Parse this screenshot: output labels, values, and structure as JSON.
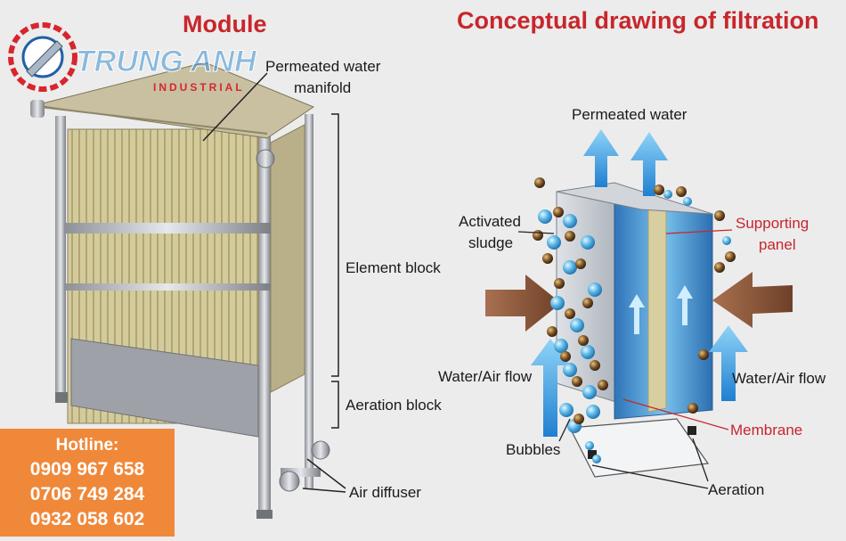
{
  "titles": {
    "module": "Module",
    "conceptual": "Conceptual drawing of filtration"
  },
  "logo": {
    "name": "TRUNG ANH",
    "sub": "INDUSTRIAL"
  },
  "module_labels": {
    "permeated_manifold_line1": "Permeated water",
    "permeated_manifold_line2": "manifold",
    "element_block": "Element block",
    "aeration_block": "Aeration block",
    "air_diffuser": "Air diffuser"
  },
  "concept_labels": {
    "permeated_water": "Permeated water",
    "activated_line1": "Activated",
    "activated_line2": "sludge",
    "supporting_line1": "Supporting",
    "supporting_line2": "panel",
    "water_air_left": "Water/Air flow",
    "water_air_right": "Water/Air flow",
    "membrane": "Membrane",
    "bubbles": "Bubbles",
    "aeration": "Aeration"
  },
  "hotline": {
    "title": "Hotline:",
    "numbers": [
      "0909 967 658",
      "0706 749 284",
      "0932 058 602"
    ]
  },
  "colors": {
    "title_red": "#c8262c",
    "hotline_bg": "#f0883a",
    "arrow_blue": "#3aa6e6",
    "arrow_brown": "#8a5a3c",
    "panel_beige": "#d8cfa0"
  }
}
